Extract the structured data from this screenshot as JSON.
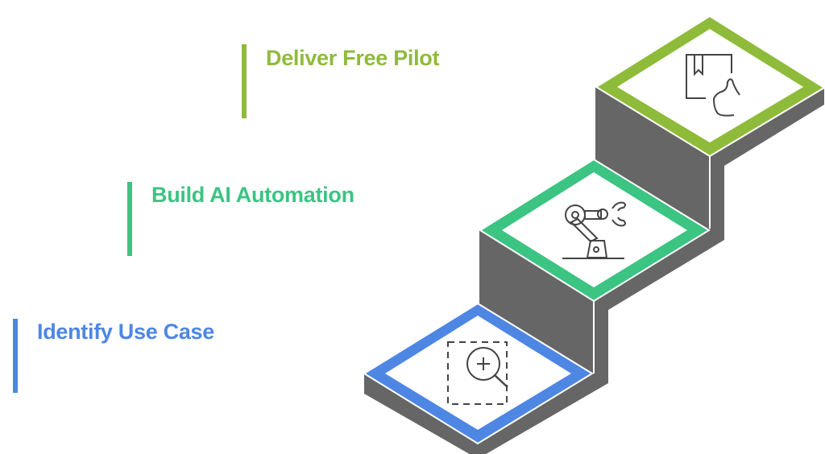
{
  "steps": [
    {
      "label": "Identify Use Case",
      "color": "#4e86e4",
      "icon": "search-plus-dashed-frame-icon"
    },
    {
      "label": "Build AI Automation",
      "color": "#3cc482",
      "icon": "robot-arm-icon"
    },
    {
      "label": "Deliver Free Pilot",
      "color": "#8fbb3a",
      "icon": "package-hand-icon"
    }
  ],
  "colors": {
    "riser": "#666666",
    "icon_stroke": "#444444"
  }
}
